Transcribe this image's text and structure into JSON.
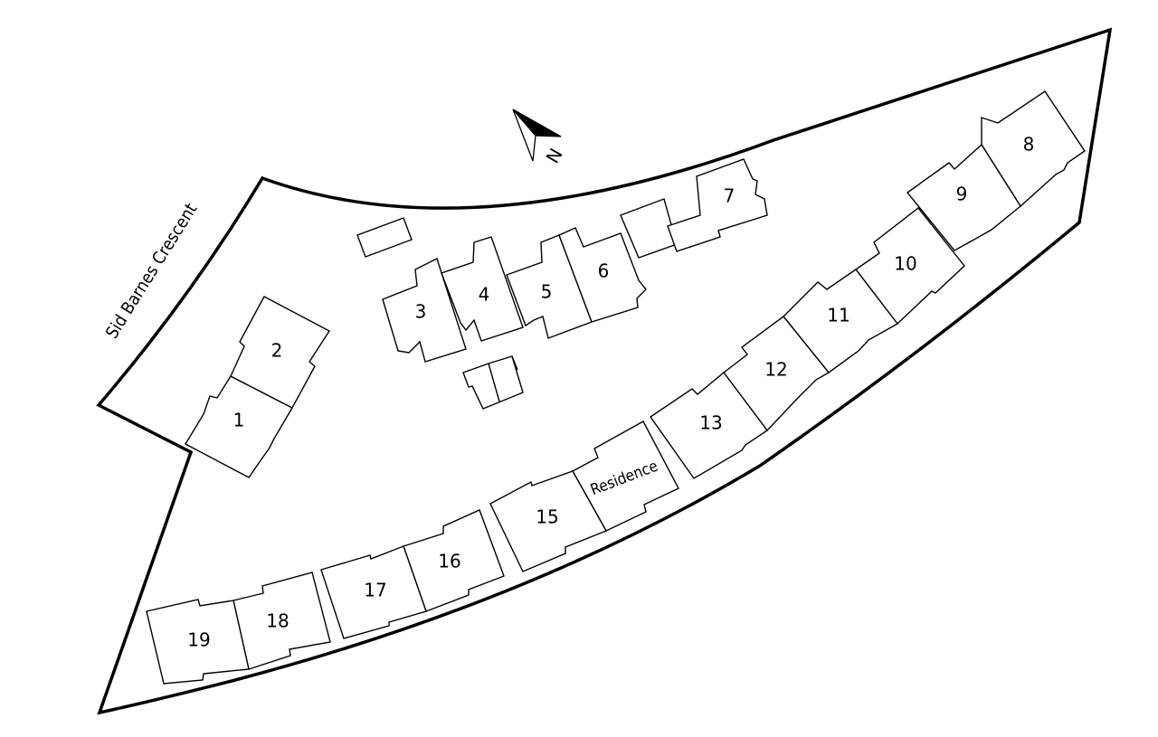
{
  "street": {
    "name": "Sid Barnes Crescent"
  },
  "north": {
    "label": "N"
  },
  "units": {
    "u1": "1",
    "u2": "2",
    "u3": "3",
    "u4": "4",
    "u5": "5",
    "u6": "6",
    "u7": "7",
    "u8": "8",
    "u9": "9",
    "u10": "10",
    "u11": "11",
    "u12": "12",
    "u13": "13",
    "u14": "Residence",
    "u15": "15",
    "u16": "16",
    "u17": "17",
    "u18": "18",
    "u19": "19"
  }
}
